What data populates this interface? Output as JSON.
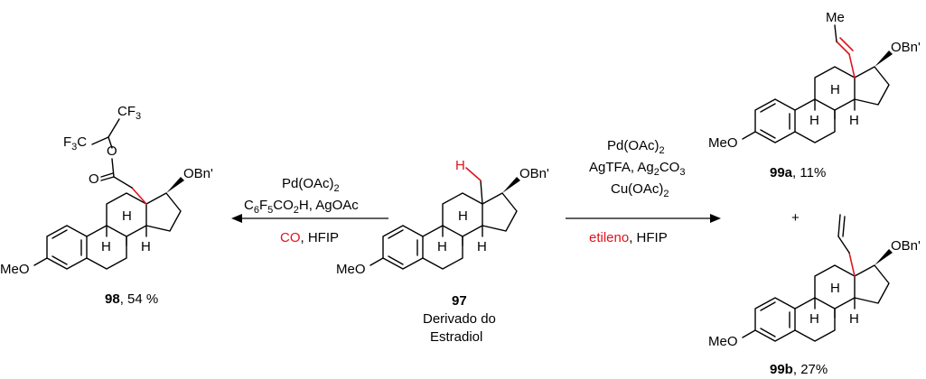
{
  "substituents": {
    "obn": "OBn'",
    "meo": "MeO",
    "h": "H",
    "me": "Me",
    "cf3": "CF",
    "three": "3",
    "f3c_f": "F",
    "f3c_3": "3",
    "f3c_c": "C",
    "o": "O",
    "plus": "+"
  },
  "compounds": {
    "c97": {
      "number": "97",
      "caption_line1": "Derivado do",
      "caption_line2": "Estradiol"
    },
    "c98": {
      "number": "98",
      "yield": ", 54 %"
    },
    "c99a": {
      "number": "99a",
      "yield": ", 11%"
    },
    "c99b": {
      "number": "99b",
      "yield": ", 27%"
    }
  },
  "left_conditions": {
    "line1_a": "Pd(OAc)",
    "line1_sub": "2",
    "line2_a": "C",
    "line2_s1": "6",
    "line2_b": "F",
    "line2_s2": "5",
    "line2_c": "CO",
    "line2_s3": "2",
    "line2_d": "H, AgOAc",
    "line3_red": "CO",
    "line3_rest": ", HFIP"
  },
  "right_conditions": {
    "line1_a": "Pd(OAc)",
    "line1_sub": "2",
    "line2_a": "AgTFA, Ag",
    "line2_s1": "2",
    "line2_b": "CO",
    "line2_s2": "3",
    "line3_a": "Cu(OAc)",
    "line3_sub": "2",
    "line4_red": "etileno",
    "line4_rest": ", HFIP"
  },
  "colors": {
    "highlight": "#e0141e",
    "ink": "#000000",
    "background": "#ffffff"
  }
}
